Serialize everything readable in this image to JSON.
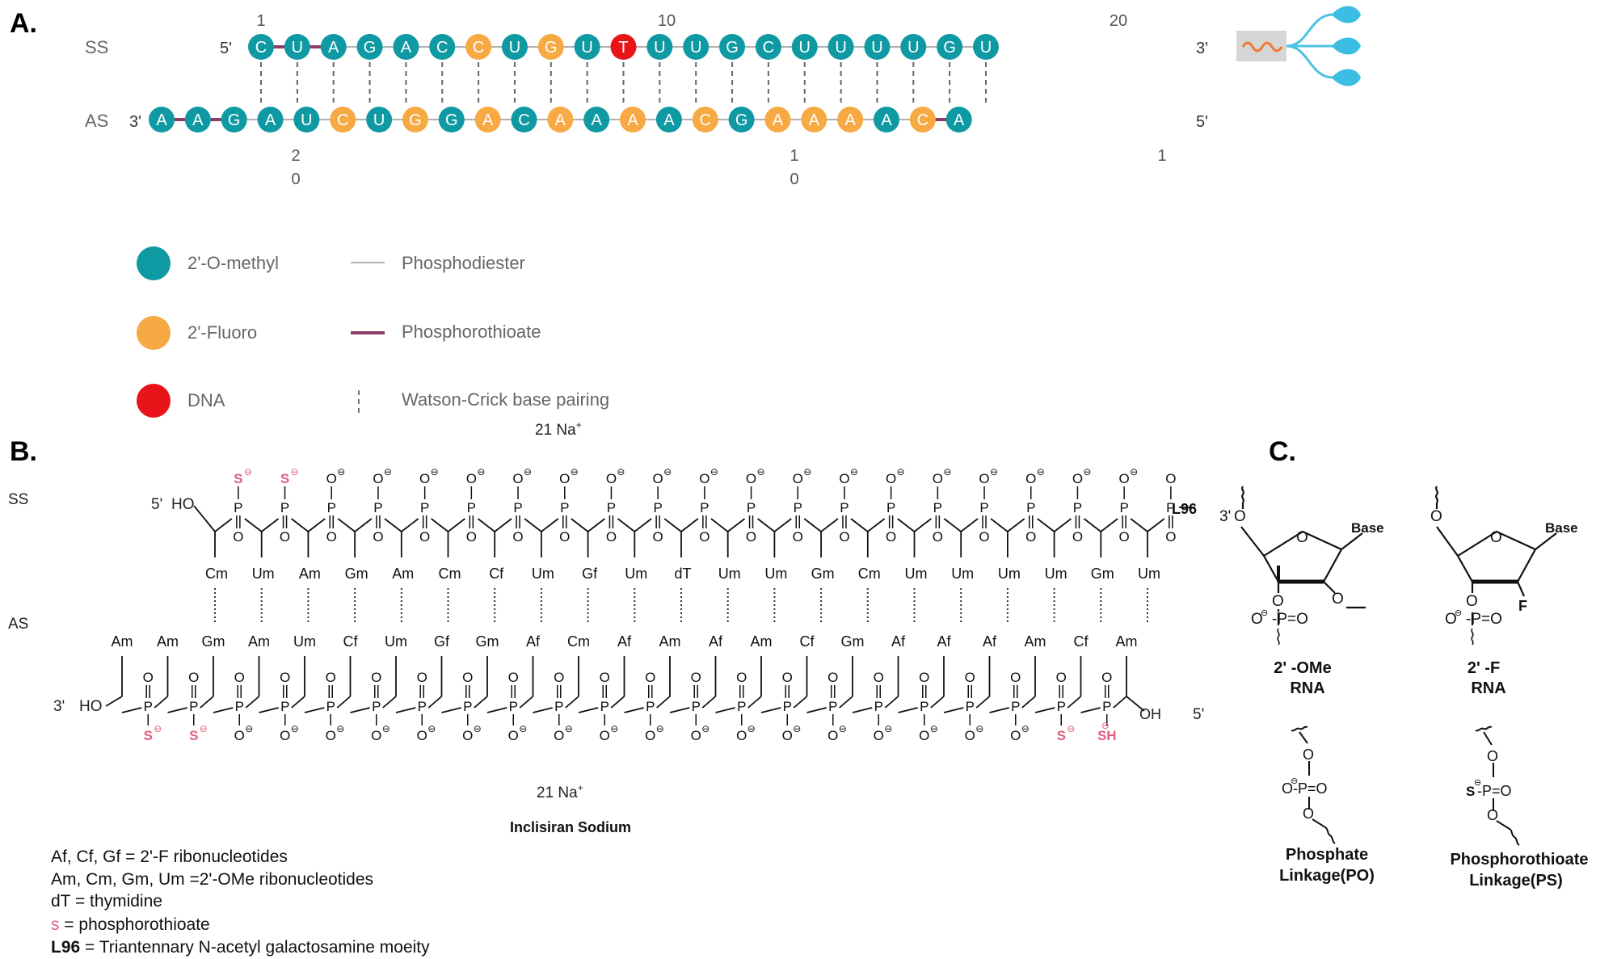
{
  "panelA": {
    "label": "A.",
    "ss": {
      "strand_label": "SS",
      "end_left": "5'",
      "end_right": "3'",
      "nucleotides": [
        {
          "base": "C",
          "mod": "ome"
        },
        {
          "base": "U",
          "mod": "ome"
        },
        {
          "base": "A",
          "mod": "ome"
        },
        {
          "base": "G",
          "mod": "ome"
        },
        {
          "base": "A",
          "mod": "ome"
        },
        {
          "base": "C",
          "mod": "ome"
        },
        {
          "base": "C",
          "mod": "f"
        },
        {
          "base": "U",
          "mod": "ome"
        },
        {
          "base": "G",
          "mod": "f"
        },
        {
          "base": "U",
          "mod": "ome"
        },
        {
          "base": "T",
          "mod": "dna"
        },
        {
          "base": "U",
          "mod": "ome"
        },
        {
          "base": "U",
          "mod": "ome"
        },
        {
          "base": "G",
          "mod": "ome"
        },
        {
          "base": "C",
          "mod": "ome"
        },
        {
          "base": "U",
          "mod": "ome"
        },
        {
          "base": "U",
          "mod": "ome"
        },
        {
          "base": "U",
          "mod": "ome"
        },
        {
          "base": "U",
          "mod": "ome"
        },
        {
          "base": "G",
          "mod": "ome"
        },
        {
          "base": "U",
          "mod": "ome"
        }
      ],
      "ps_links": [
        0,
        1
      ],
      "numbers": [
        "1",
        "10",
        "20"
      ]
    },
    "as": {
      "strand_label": "AS",
      "end_left": "3'",
      "end_right": "5'",
      "nucleotides": [
        {
          "base": "A",
          "mod": "ome"
        },
        {
          "base": "A",
          "mod": "ome"
        },
        {
          "base": "G",
          "mod": "ome"
        },
        {
          "base": "A",
          "mod": "ome"
        },
        {
          "base": "U",
          "mod": "ome"
        },
        {
          "base": "C",
          "mod": "f"
        },
        {
          "base": "U",
          "mod": "ome"
        },
        {
          "base": "G",
          "mod": "f"
        },
        {
          "base": "G",
          "mod": "ome"
        },
        {
          "base": "A",
          "mod": "f"
        },
        {
          "base": "C",
          "mod": "ome"
        },
        {
          "base": "A",
          "mod": "f"
        },
        {
          "base": "A",
          "mod": "ome"
        },
        {
          "base": "A",
          "mod": "f"
        },
        {
          "base": "A",
          "mod": "ome"
        },
        {
          "base": "C",
          "mod": "f"
        },
        {
          "base": "G",
          "mod": "ome"
        },
        {
          "base": "A",
          "mod": "f"
        },
        {
          "base": "A",
          "mod": "f"
        },
        {
          "base": "A",
          "mod": "f"
        },
        {
          "base": "A",
          "mod": "ome"
        },
        {
          "base": "C",
          "mod": "f"
        },
        {
          "base": "A",
          "mod": "ome"
        }
      ],
      "ps_links": [
        0,
        1,
        21
      ],
      "numbers": [
        {
          "top": "2",
          "bottom": "0"
        },
        {
          "top": "1",
          "bottom": "0"
        },
        {
          "top": "1",
          "bottom": ""
        }
      ]
    },
    "colors": {
      "ome": "#0f9aa3",
      "f": "#f7a943",
      "dna": "#e8141a",
      "ps": "#8e3e68",
      "line": "#b0b0b0"
    },
    "legend": [
      {
        "kind": "circle",
        "mod": "ome",
        "label": "2'-O-methyl"
      },
      {
        "kind": "circle",
        "mod": "f",
        "label": "2'-Fluoro"
      },
      {
        "kind": "circle",
        "mod": "dna",
        "label": "DNA"
      },
      {
        "kind": "line",
        "label": "Phosphodiester"
      },
      {
        "kind": "line-ps",
        "label": "Phosphorothioate"
      },
      {
        "kind": "dash",
        "label": "Watson-Crick base pairing"
      }
    ]
  },
  "panelB": {
    "label": "B.",
    "ss_label": "SS",
    "as_label": "AS",
    "counterion_top": "21 Na",
    "counterion_bottom": "21 Na",
    "counterion_sup": "+",
    "ss_5prime": "5'",
    "ss_ho": "HO",
    "ss_3prime_group": "L96",
    "as_3prime": "3'",
    "as_ho": "HO",
    "as_5prime": "5'",
    "as_oh": "OH",
    "ss_residues": [
      "Cm",
      "Um",
      "Am",
      "Gm",
      "Am",
      "Cm",
      "Cf",
      "Um",
      "Gf",
      "Um",
      "dT",
      "Um",
      "Um",
      "Gm",
      "Cm",
      "Um",
      "Um",
      "Um",
      "Um",
      "Gm",
      "Um"
    ],
    "as_residues": [
      "Am",
      "Am",
      "Gm",
      "Am",
      "Um",
      "Cf",
      "Um",
      "Gf",
      "Gm",
      "Af",
      "Cm",
      "Af",
      "Am",
      "Af",
      "Am",
      "Cf",
      "Gm",
      "Af",
      "Af",
      "Af",
      "Am",
      "Cf",
      "Am"
    ],
    "ss_ps_positions": [
      0,
      1
    ],
    "as_ps_positions": [
      0,
      1,
      20,
      21
    ],
    "compound_name": "Inclisiran Sodium",
    "key": [
      {
        "prefix": "",
        "text": "Af, Cf, Gf = 2'-F ribonucleotides"
      },
      {
        "prefix": "",
        "text": "Am, Cm, Gm, Um =2'-OMe ribonucleotides"
      },
      {
        "prefix": "",
        "text": "dT = thymidine"
      },
      {
        "prefix": "s",
        "text": " = phosphorothioate"
      },
      {
        "prefix": "L96",
        "text": " = Triantennary N-acetyl galactosamine moeity"
      }
    ],
    "pink": "#e0607e"
  },
  "panelC": {
    "label": "C.",
    "ome_title_1": "2' -OMe",
    "ome_title_2": "RNA",
    "f_title_1": "2' -F",
    "f_title_2": "RNA",
    "po_title_1": "Phosphate",
    "po_title_2": "Linkage(PO)",
    "ps_title_1": "Phosphorothioate",
    "ps_title_2": "Linkage(PS)",
    "base": "Base",
    "three_prime": "3'",
    "fluoro": "F"
  }
}
